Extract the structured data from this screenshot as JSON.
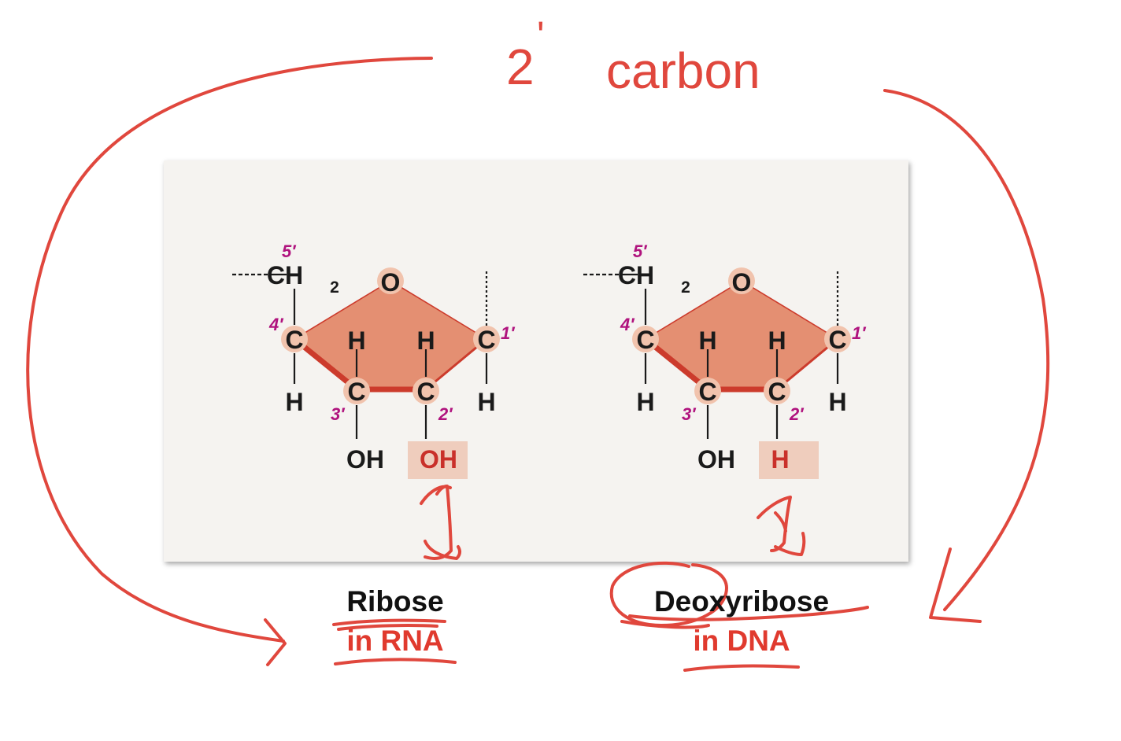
{
  "colors": {
    "ink_annotation": "#e0473d",
    "ring_fill": "#e48f72",
    "ring_edge": "#cc3b2c",
    "atom_halo": "#f1c3ad",
    "highlight_box": "#efcdbd",
    "highlight_text": "#c9302a",
    "prime_label": "#b0137e",
    "atom_text": "#1a1a1a",
    "panel_bg": "#f5f3f0"
  },
  "annotation": {
    "title_number": "2",
    "title_prime": "'",
    "title_word": "carbon"
  },
  "ribose": {
    "caption": "Ribose",
    "subcaption": "in RNA",
    "group2": "OH",
    "atoms": {
      "C": "C",
      "H": "H",
      "O": "O",
      "OH": "OH",
      "CH": "CH",
      "sub2": "2"
    },
    "primes": {
      "p5": "5′",
      "p4": "4′",
      "p3": "3′",
      "p2": "2′",
      "p1": "1′"
    }
  },
  "deoxyribose": {
    "caption": "Deoxyribose",
    "subcaption": "in DNA",
    "group2": "H",
    "atoms": {
      "C": "C",
      "H": "H",
      "O": "O",
      "OH": "OH",
      "CH": "CH",
      "sub2": "2"
    },
    "primes": {
      "p5": "5′",
      "p4": "4′",
      "p3": "3′",
      "p2": "2′",
      "p1": "1′"
    }
  }
}
